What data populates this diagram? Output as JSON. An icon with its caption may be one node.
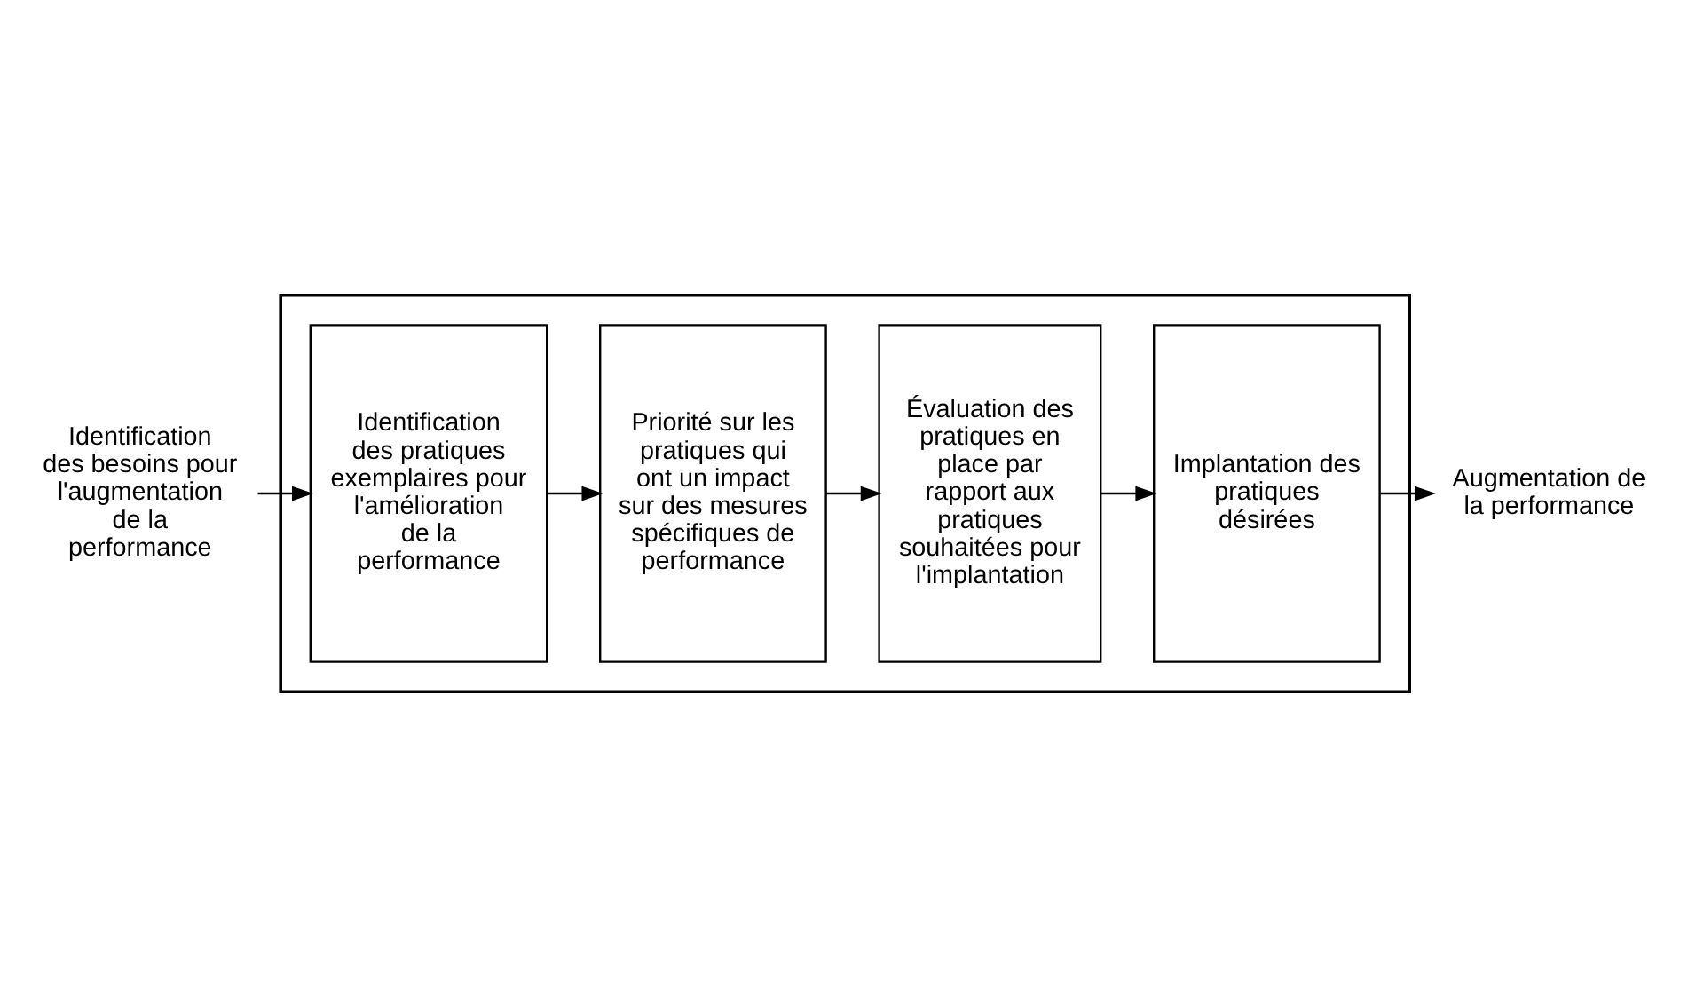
{
  "diagram": {
    "nodes": [
      {
        "text": [
          "Identification des besoins pour l'augmentation de la performance"
        ]
      },
      {
        "text": [],
        "shape": "box"
      },
      {
        "text": [
          "Identification des pratiques exemplaires pour l'amélioration de la performance"
        ],
        "in": 1
      },
      {
        "text": [
          "Priorité sur les pratiques qui ont un impact sur des mesures spécifiques de performance"
        ],
        "in": 1
      },
      {
        "text": [
          "Évaluation des pratiques en place par rapport aux pratiques souhaitées pour l'implantation"
        ],
        "in": 1
      },
      {
        "text": [
          "Implantation des pratiques désirées"
        ],
        "in": 1
      },
      {
        "text": [
          "Augmentation de la performance"
        ]
      }
    ],
    "edges": [
      {
        "from": 0,
        "to": 2,
        "arrow": "to"
      },
      {
        "from": 2,
        "to": 3,
        "arrow": "to"
      },
      {
        "from": 3,
        "to": 4,
        "arrow": "to"
      },
      {
        "from": 4,
        "to": 5,
        "arrow": "to"
      },
      {
        "from": 5,
        "to": 6,
        "arrow": "to"
      }
    ]
  }
}
